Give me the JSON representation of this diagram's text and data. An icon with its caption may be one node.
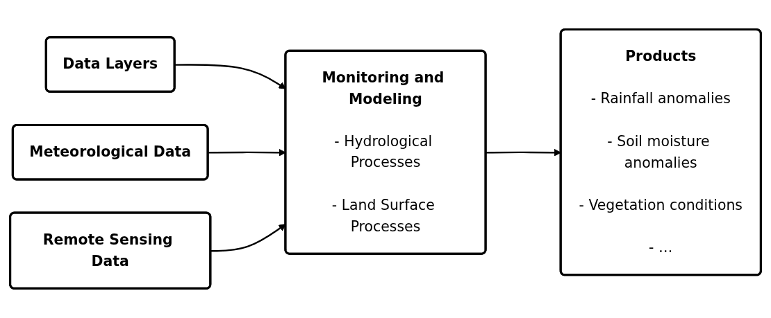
{
  "diagram": {
    "nodes": [
      {
        "text": [
          "Data Layers"
        ]
      },
      {
        "text": [
          "Meteorological Data"
        ]
      },
      {
        "text": [
          "Remote Sensing Data"
        ]
      },
      {
        "text": [
          "Monitoring and Modeling",
          "- Hydrological Processes",
          "- Land Surface Processes"
        ]
      },
      {
        "text": [
          "Products",
          "- Rainfall anomalies",
          "- Soil moisture anomalies",
          "- Vegetation conditions",
          "- …"
        ]
      }
    ],
    "edges": [
      {
        "from": 0,
        "to": 3,
        "arrow": "to"
      },
      {
        "from": 1,
        "to": 3,
        "arrow": "to"
      },
      {
        "from": 2,
        "to": 3,
        "arrow": "to"
      },
      {
        "from": 3,
        "to": 4,
        "arrow": "to"
      }
    ]
  }
}
